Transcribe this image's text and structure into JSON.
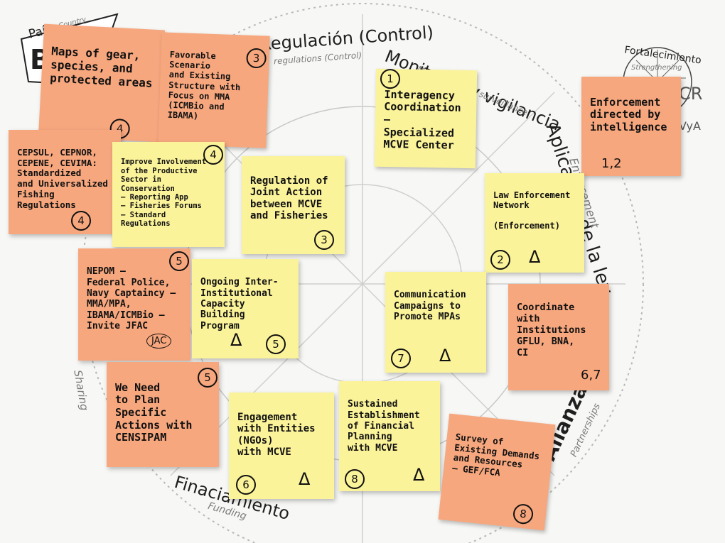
{
  "sector_labels": {
    "regulation": "Regulación (Control)",
    "regulation_en": "regulations (Control)",
    "monitoring": "Monitoreo y vigilancia",
    "monitoring_en": "Monitoring and surveillance",
    "enforcement": "Aplicación de la ley",
    "enforcement_en": "Enforcement",
    "strengthening": "Fortalecimiento",
    "strengthening_en": "Strengthening",
    "alliances": "Alianzas",
    "alliances_en": "Partnerships",
    "funding": "Finaciamiento",
    "funding_en": "Funding",
    "sharing_en": "Sharing",
    "country": "País",
    "country_en": "Country",
    "country_code": "BR",
    "side_acronym": "CR",
    "side_acronym_2": "VyA"
  },
  "notes": {
    "maps": {
      "text": "Maps of gear,\nspecies, and\nprotected areas",
      "num": "4"
    },
    "scenario": {
      "text": "Favorable Scenario\nand Existing\nStructure with\nFocus on MMA\n(ICMBio and IBAMA)",
      "num": "3"
    },
    "interagency": {
      "text": "Interagency\nCoordination\n–\nSpecialized\nMCVE Center",
      "num": "1"
    },
    "intelligence": {
      "text": "Enforcement\ndirected by\nintelligence",
      "num": "1,2"
    },
    "cepsul": {
      "text": "CEPSUL, CEPNOR,\nCEPENE, CEVIMA:\nStandardized\nand Universalized\nFishing Regulations",
      "num": "4"
    },
    "improve": {
      "text": "Improve Involvement\nof the Productive\nSector in Conservation\n– Reporting App\n– Fisheries Forums\n– Standard Regulations",
      "num": "4"
    },
    "joint": {
      "text": "Regulation of\nJoint Action\nbetween MCVE\nand Fisheries",
      "num": "3"
    },
    "network": {
      "text": "Law Enforcement\nNetwork\n\n(Enforcement)",
      "num": "2",
      "tri": "Δ"
    },
    "nepom": {
      "text": "NEPOM –\nFederal Police,\nNavy Captaincy –\nMMA/MPA,\nIBAMA/ICMBio –\nInvite JFAC",
      "num": "5",
      "tag": "JAC"
    },
    "capacity": {
      "text": "Ongoing Inter-\nInstitutional\nCapacity Building\nProgram",
      "num": "5",
      "tri": "Δ"
    },
    "campaigns": {
      "text": "Communication\nCampaigns to\nPromote MPAs",
      "num": "7",
      "tri": "Δ"
    },
    "coordinate": {
      "text": "Coordinate with\nInstitutions\nGFLU, BNA,\nCI",
      "num": "6,7"
    },
    "censipam": {
      "text": "We Need\nto Plan Specific\nActions with\nCENSIPAM",
      "num": "5"
    },
    "engagement": {
      "text": "Engagement\nwith Entities\n(NGOs)\nwith MCVE",
      "num": "6",
      "tri": "Δ"
    },
    "financial": {
      "text": "Sustained\nEstablishment\nof Financial\nPlanning\nwith MCVE",
      "num": "8",
      "tri": "Δ"
    },
    "survey": {
      "text": "Survey of\nExisting Demands\nand Resources\n– GEF/FCA",
      "num": "8"
    }
  }
}
